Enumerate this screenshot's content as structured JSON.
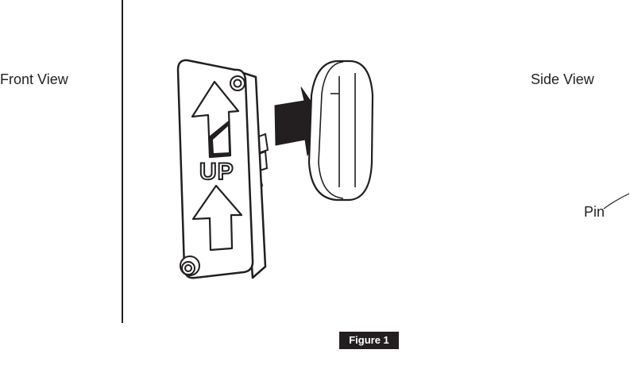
{
  "labels": {
    "front_view": "Front View",
    "side_view": "Side View",
    "pin": "Pin"
  },
  "plate": {
    "text": "UP"
  },
  "caption": {
    "figure": "Figure 1"
  },
  "colors": {
    "ink": "#231f20",
    "background": "#ffffff"
  }
}
